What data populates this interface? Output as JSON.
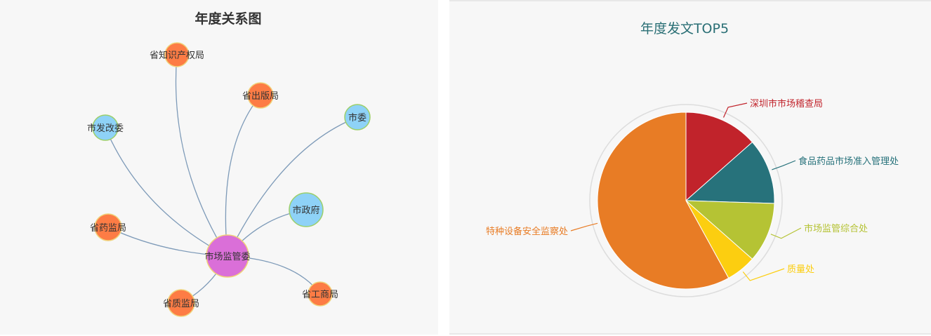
{
  "colors": {
    "orange_node": "#fd7c45",
    "blue_node": "#8ed2f7",
    "center_node": "#da6fd8",
    "link": "#6f8fb0",
    "pie_red": "#c1232b",
    "pie_teal": "#27727b",
    "pie_lime": "#b5c334",
    "pie_yellow": "#fcce10",
    "pie_orange": "#e87c25"
  },
  "left": {
    "title": "年度关系图"
  },
  "right": {
    "title": "年度发文TOP5"
  },
  "chart_data": [
    {
      "type": "graph",
      "title": "年度关系图",
      "center": "市场监管委",
      "nodes": [
        {
          "name": "省知识产权局",
          "category": "province"
        },
        {
          "name": "省出版局",
          "category": "province"
        },
        {
          "name": "市委",
          "category": "city"
        },
        {
          "name": "市发改委",
          "category": "city"
        },
        {
          "name": "市政府",
          "category": "city"
        },
        {
          "name": "省药监局",
          "category": "province"
        },
        {
          "name": "省质监局",
          "category": "province"
        },
        {
          "name": "省工商局",
          "category": "province"
        },
        {
          "name": "市场监管委",
          "category": "center"
        }
      ],
      "links": [
        [
          "市场监管委",
          "省知识产权局"
        ],
        [
          "市场监管委",
          "省出版局"
        ],
        [
          "市场监管委",
          "市委"
        ],
        [
          "市场监管委",
          "市发改委"
        ],
        [
          "市场监管委",
          "市政府"
        ],
        [
          "市场监管委",
          "省药监局"
        ],
        [
          "市场监管委",
          "省质监局"
        ],
        [
          "市场监管委",
          "省工商局"
        ]
      ]
    },
    {
      "type": "pie",
      "title": "年度发文TOP5",
      "categories": [
        "深圳市市场稽查局",
        "食品药品市场准入管理处",
        "市场监管综合处",
        "质量处",
        "特种设备安全监察处"
      ],
      "values": [
        13.5,
        12,
        11,
        5.5,
        58
      ]
    }
  ]
}
